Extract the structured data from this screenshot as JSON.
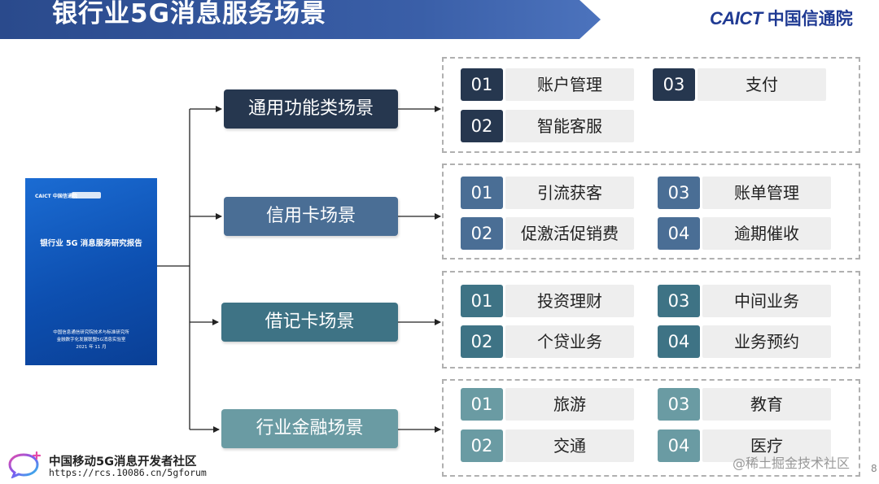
{
  "header": {
    "title": "银行业5G消息服务场景",
    "logo_latin": "CAICT",
    "logo_cn": "中国信通院"
  },
  "cover": {
    "logo_left": "CAICT 中国信通院",
    "title": "银行业 5G 消息服务研究报告",
    "footer_line1": "中国信息通信研究院技术与标准研究所",
    "footer_line2": "金融数字化发展联盟5G消息实验室",
    "footer_line3": "2021 年 11 月"
  },
  "categories": [
    {
      "label": "通用功能类场景",
      "color": "#26374f",
      "items": [
        {
          "num": "01",
          "label": "账户管理"
        },
        {
          "num": "02",
          "label": "智能客服"
        },
        {
          "num": "03",
          "label": "支付"
        }
      ]
    },
    {
      "label": "信用卡场景",
      "color": "#4a6e95",
      "items": [
        {
          "num": "01",
          "label": "引流获客"
        },
        {
          "num": "02",
          "label": "促激活促销费"
        },
        {
          "num": "03",
          "label": "账单管理"
        },
        {
          "num": "04",
          "label": "逾期催收"
        }
      ]
    },
    {
      "label": "借记卡场景",
      "color": "#3e7385",
      "items": [
        {
          "num": "01",
          "label": "投资理财"
        },
        {
          "num": "02",
          "label": "个贷业务"
        },
        {
          "num": "03",
          "label": "中间业务"
        },
        {
          "num": "04",
          "label": "业务预约"
        }
      ]
    },
    {
      "label": "行业金融场景",
      "color": "#6a9ba3",
      "items": [
        {
          "num": "01",
          "label": "旅游"
        },
        {
          "num": "02",
          "label": "交通"
        },
        {
          "num": "03",
          "label": "教育"
        },
        {
          "num": "04",
          "label": "医疗"
        }
      ]
    }
  ],
  "footer": {
    "name": "中国移动5G消息开发者社区",
    "url": "https://rcs.10086.cn/5gforum",
    "watermark": "@稀土掘金技术社区",
    "page": "8"
  },
  "colors": {
    "header_band": "#2f4f8f",
    "connector": "#222222",
    "dashed_border": "#b0b0b0"
  }
}
